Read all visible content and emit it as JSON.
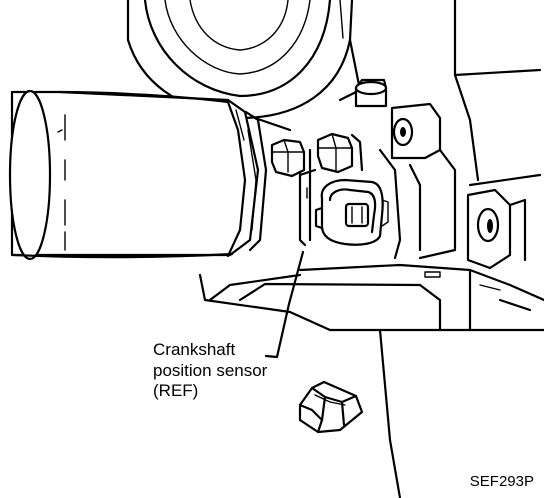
{
  "callout": {
    "lines": [
      "Crankshaft",
      "position sensor",
      "(REF)"
    ]
  },
  "figure_code": "SEF293P"
}
